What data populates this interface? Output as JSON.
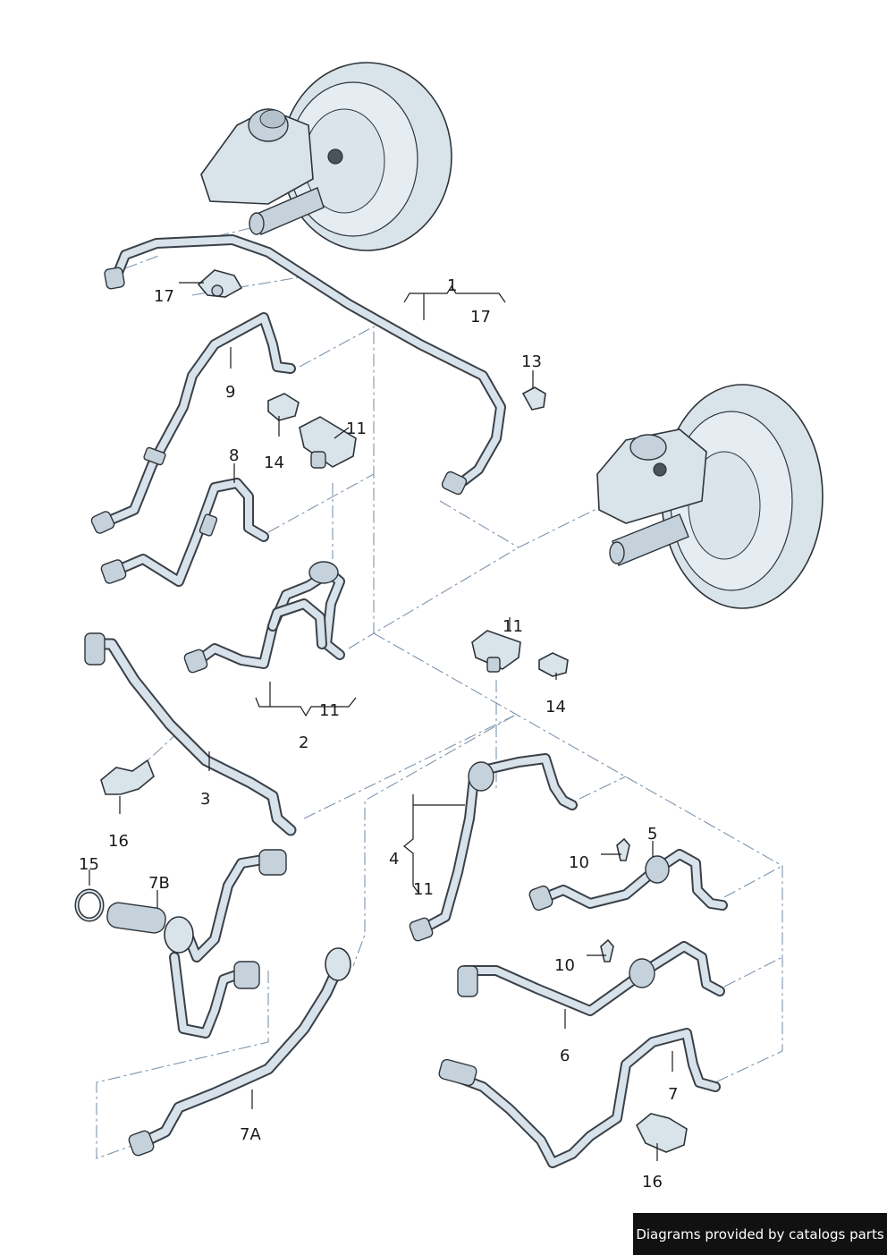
{
  "labels": {
    "l1": "1",
    "l17a": "17",
    "l17b": "17",
    "l13": "13",
    "l9": "9",
    "l14a": "14",
    "l11a": "11",
    "l8": "8",
    "l11b": "11",
    "l14b": "14",
    "l11c": "11",
    "l2": "2",
    "l3": "3",
    "l16a": "16",
    "l4": "4",
    "l11d": "11",
    "l5": "5",
    "l10a": "10",
    "l15": "15",
    "l7b": "7B",
    "l10b": "10",
    "l6": "6",
    "l7": "7",
    "l7a": "7A",
    "l16b": "16"
  },
  "credit": "Diagrams provided by catalogs parts",
  "colors": {
    "hose_outline": "#3a4048",
    "hose_fill": "#d7e2ea",
    "part_fill": "#d9e3ea",
    "dash_line": "#7e95ad",
    "credit_bg": "#111111"
  }
}
